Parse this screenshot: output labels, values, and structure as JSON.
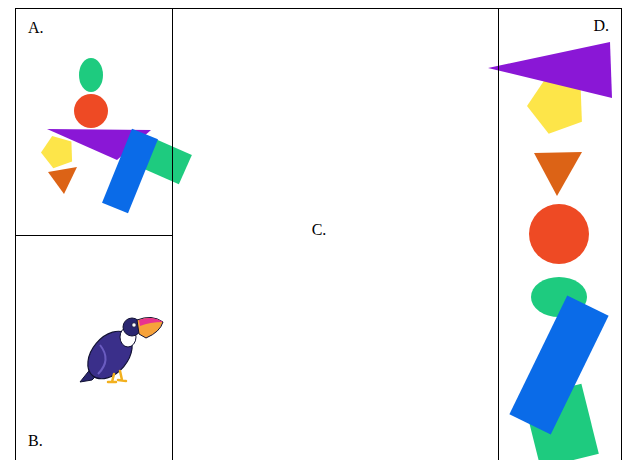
{
  "diagram": {
    "nodes": [
      {
        "text": [
          "A."
        ]
      },
      {
        "text": [
          "B."
        ]
      },
      {
        "text": [
          "C."
        ]
      },
      {
        "text": [
          "D."
        ]
      }
    ]
  }
}
